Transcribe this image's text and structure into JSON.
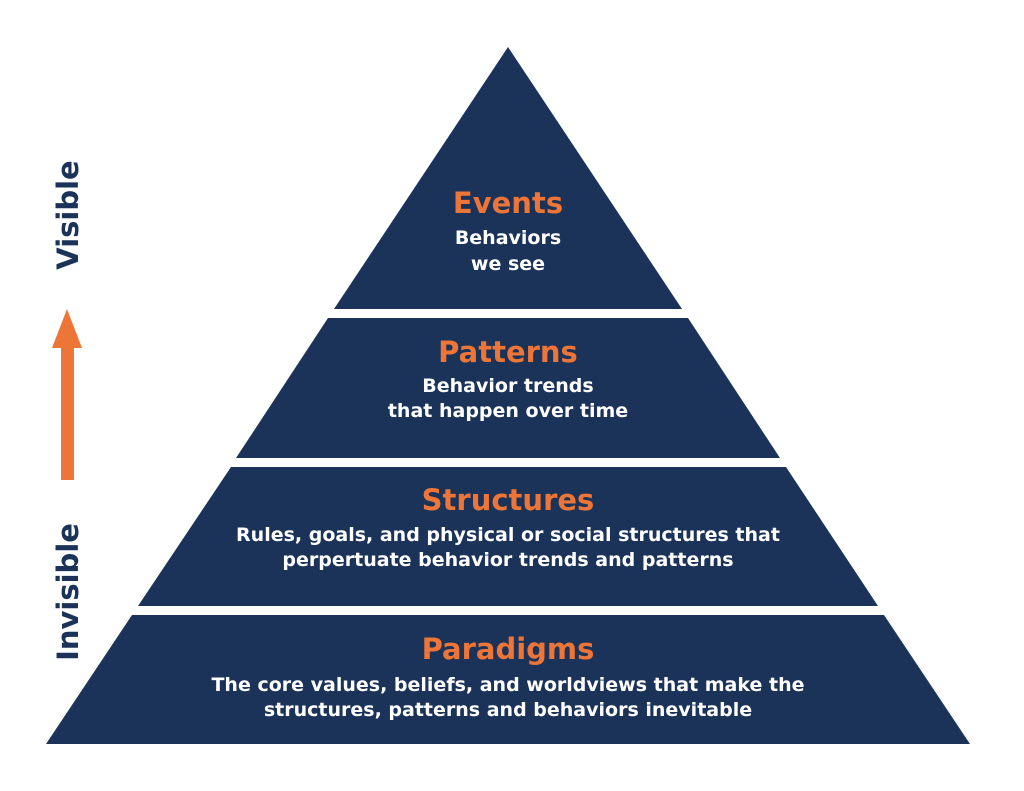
{
  "colors": {
    "tier_fill": "#1b3358",
    "accent": "#ee7538",
    "text_light": "#ffffff",
    "axis_text": "#1b3358",
    "background": "#ffffff"
  },
  "axis": {
    "top_label": "Visible",
    "bottom_label": "Invisible",
    "arrow_icon": "up-arrow-icon"
  },
  "tiers": [
    {
      "title": "Events",
      "desc_line1": "Behaviors",
      "desc_line2": "we see"
    },
    {
      "title": "Patterns",
      "desc_line1": "Behavior trends",
      "desc_line2": "that happen over time"
    },
    {
      "title": "Structures",
      "desc_line1": "Rules, goals, and physical or social structures that",
      "desc_line2": "perpertuate behavior trends and patterns"
    },
    {
      "title": "Paradigms",
      "desc_line1": "The core values, beliefs, and worldviews that make the",
      "desc_line2": "structures, patterns and behaviors inevitable"
    }
  ]
}
